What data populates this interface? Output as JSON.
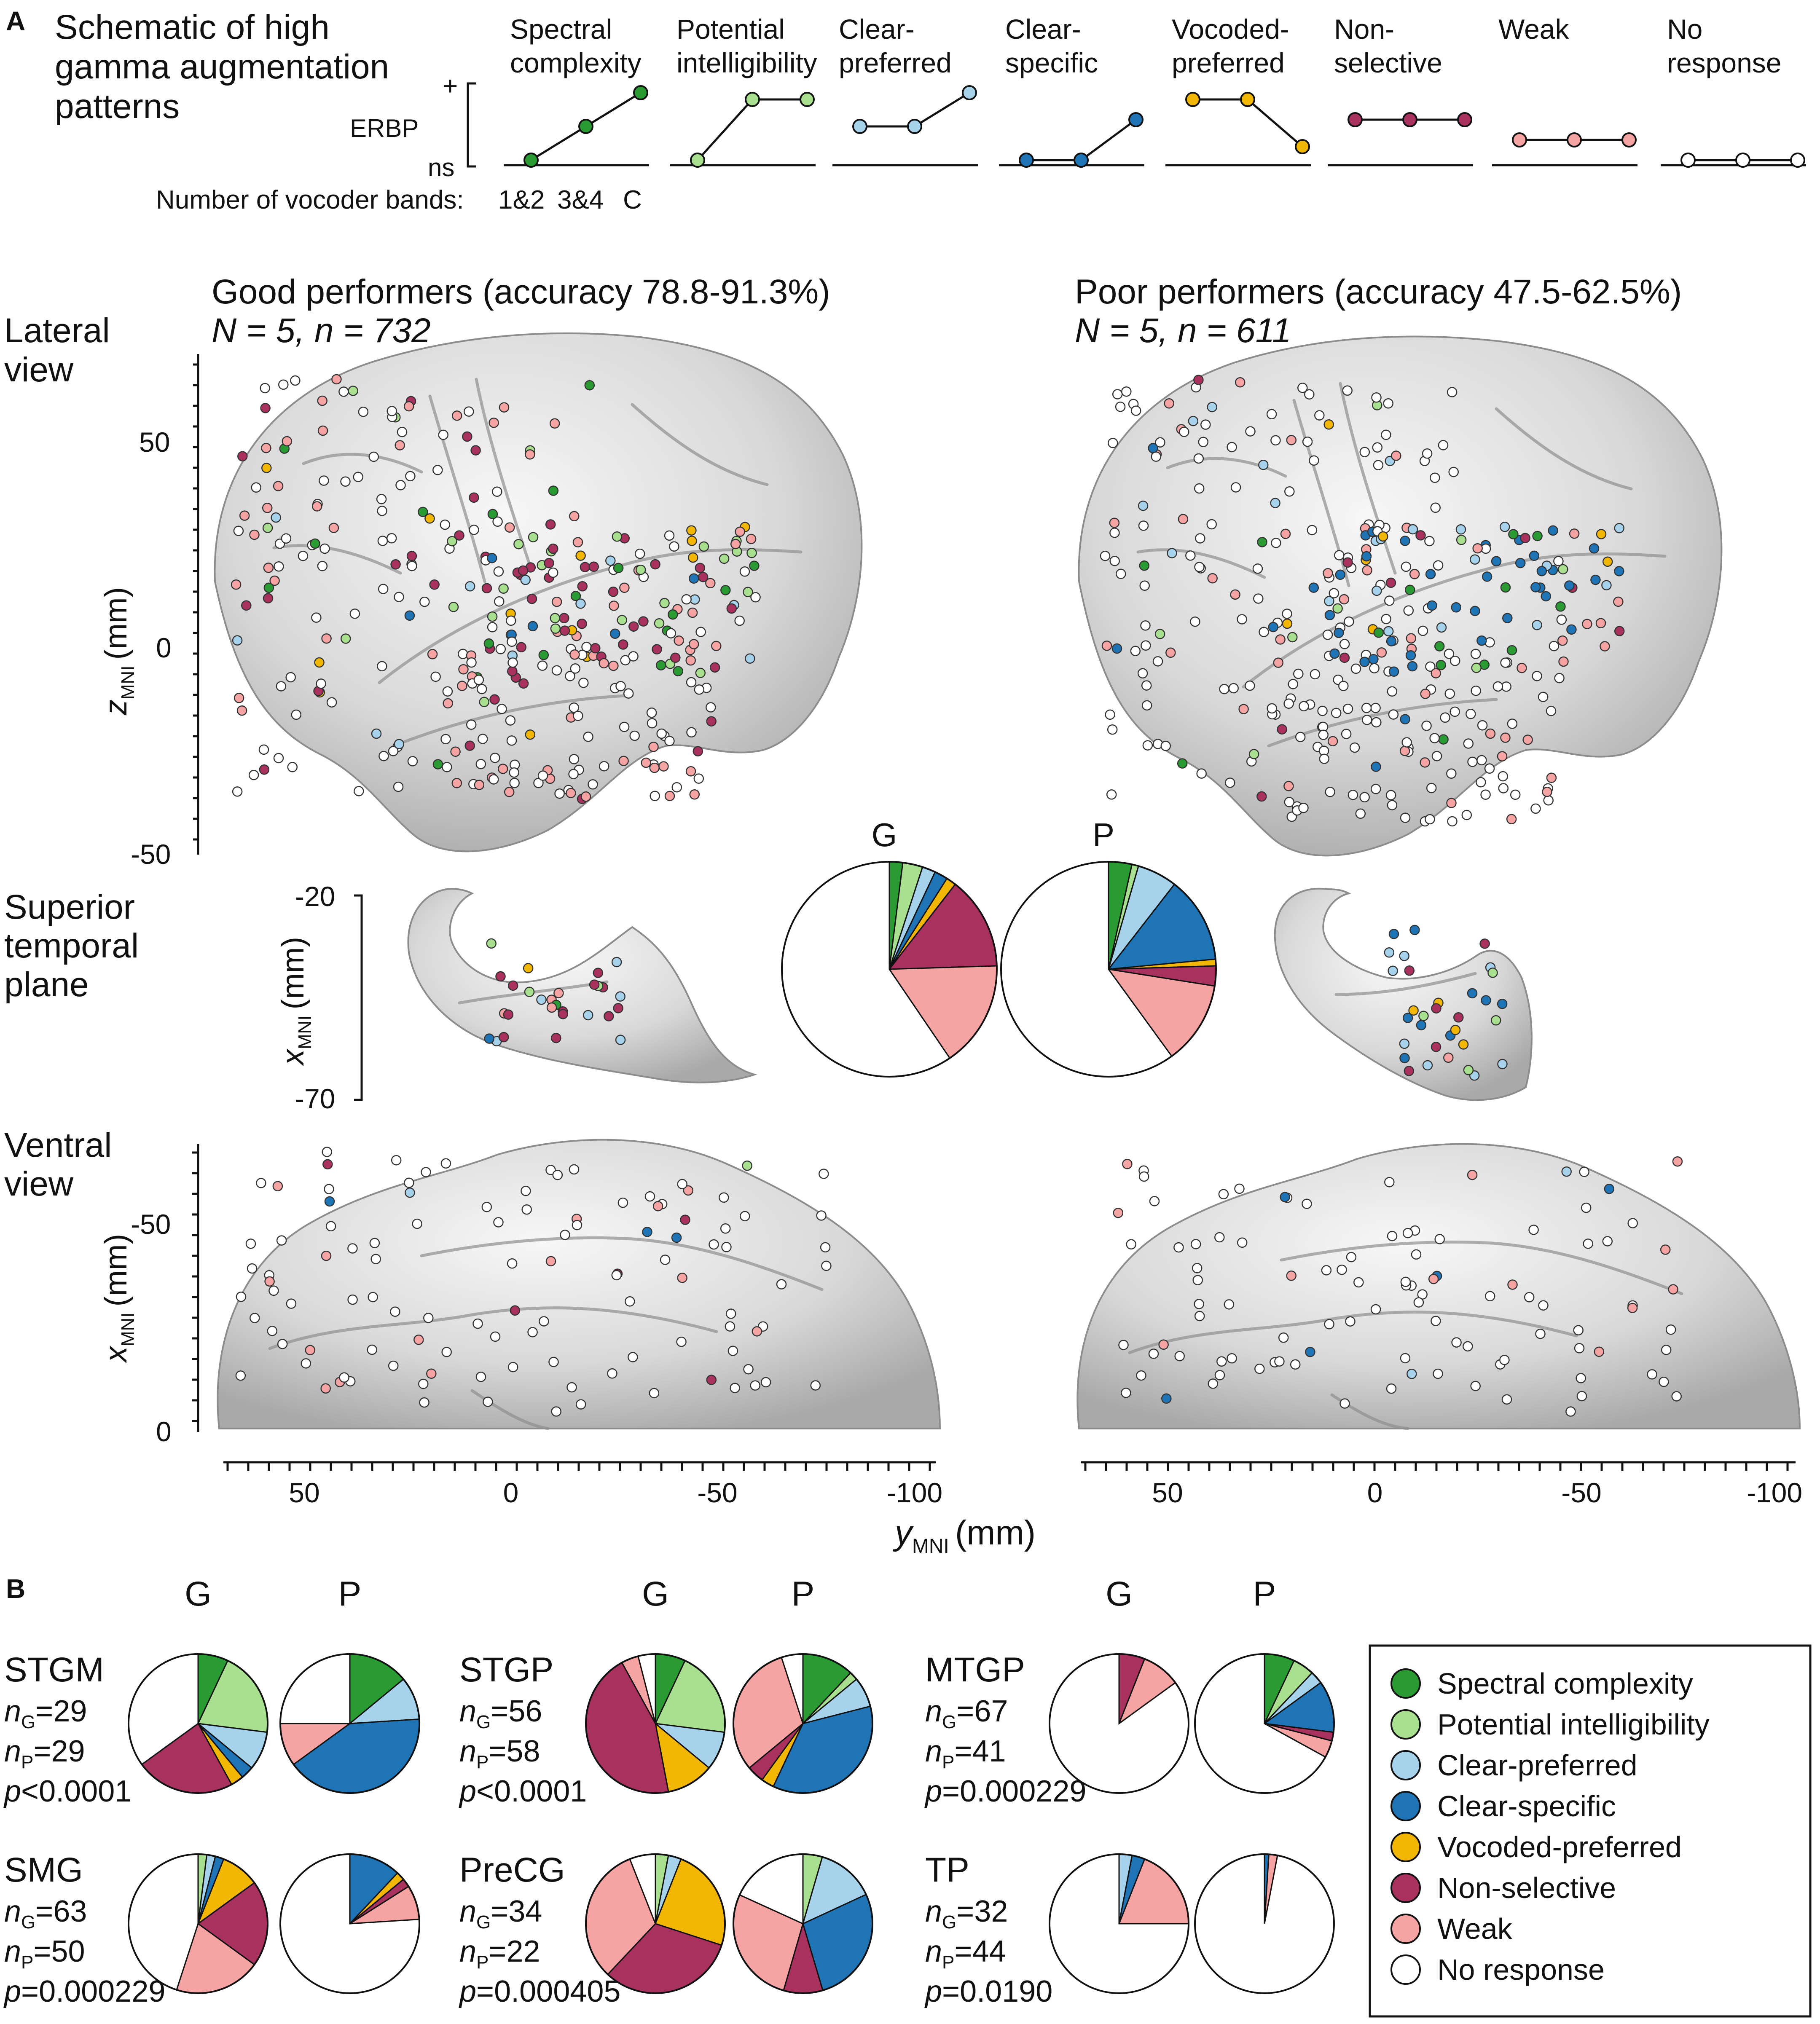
{
  "panel_a": {
    "label": "A",
    "title_lines": [
      "Schematic of high",
      "gamma augmentation",
      "patterns"
    ],
    "axis_plus": "+",
    "axis_ylabel": "ERBP",
    "axis_ns": "ns",
    "bands_label": "Number of vocoder bands:",
    "band_ticks": [
      "1&2",
      "3&4",
      "C"
    ],
    "patterns": [
      {
        "lines": [
          "Spectral",
          "complexity"
        ],
        "color": "#2a9b33",
        "levels": [
          0,
          0.5,
          1
        ]
      },
      {
        "lines": [
          "Potential",
          "intelligibility"
        ],
        "color": "#a9e08f",
        "levels": [
          0,
          0.9,
          0.9
        ]
      },
      {
        "lines": [
          "Clear-",
          "preferred"
        ],
        "color": "#a7d2ec",
        "levels": [
          0.5,
          0.5,
          1
        ]
      },
      {
        "lines": [
          "Clear-",
          "specific"
        ],
        "color": "#1f74b6",
        "levels": [
          0,
          0,
          0.6
        ]
      },
      {
        "lines": [
          "Vocoded-",
          "preferred"
        ],
        "color": "#f2b705",
        "levels": [
          0.9,
          0.9,
          0.2
        ]
      },
      {
        "lines": [
          "Non-",
          "selective"
        ],
        "color": "#a8315e",
        "levels": [
          0.6,
          0.6,
          0.6
        ]
      },
      {
        "lines": [
          "Weak"
        ],
        "color": "#f5a3a3",
        "levels": [
          0.3,
          0.3,
          0.3
        ]
      },
      {
        "lines": [
          "No",
          "response"
        ],
        "color": "#ffffff",
        "levels": [
          0,
          0,
          0
        ]
      }
    ],
    "good_title": "Good performers (accuracy 78.8-91.3%)",
    "good_n": "N = 5, n = 732",
    "poor_title": "Poor performers (accuracy 47.5-62.5%)",
    "poor_n": "N = 5, n = 611",
    "row_labels": {
      "lateral": [
        "Lateral",
        "view"
      ],
      "stp": [
        "Superior",
        "temporal",
        "plane"
      ],
      "ventral": [
        "Ventral",
        "view"
      ]
    },
    "z_axis_label": "z",
    "z_axis_sub": "MNI",
    "z_axis_unit": "(mm)",
    "z_ticks": [
      "50",
      "0",
      "-50"
    ],
    "x_axis_label": "x",
    "x_axis_sub": "MNI",
    "x_axis_unit": "(mm)",
    "stp_ticks": [
      "-20",
      "-70"
    ],
    "ventral_ticks": [
      "-50",
      "0"
    ],
    "y_axis_label": "y",
    "y_axis_sub": "MNI",
    "y_axis_unit": "(mm)",
    "y_ticks": [
      "50",
      "0",
      "-50",
      "-100"
    ],
    "pie_labels": [
      "G",
      "P"
    ]
  },
  "panel_b": {
    "label": "B",
    "col_labels": [
      "G",
      "P"
    ],
    "regions": [
      {
        "name": "STGM",
        "nG": "29",
        "nP": "29",
        "p_text": "<0.0001"
      },
      {
        "name": "STGP",
        "nG": "56",
        "nP": "58",
        "p_text": "<0.0001"
      },
      {
        "name": "MTGP",
        "nG": "67",
        "nP": "41",
        "p_text": "=0.000229"
      },
      {
        "name": "SMG",
        "nG": "63",
        "nP": "50",
        "p_text": "=0.000229"
      },
      {
        "name": "PreCG",
        "nG": "34",
        "nP": "22",
        "p_text": "=0.000405"
      },
      {
        "name": "TP",
        "nG": "32",
        "nP": "44",
        "p_text": "=0.0190"
      }
    ],
    "legend": [
      {
        "label": "Spectral complexity",
        "color": "#2a9b33"
      },
      {
        "label": "Potential intelligibility",
        "color": "#a9e08f"
      },
      {
        "label": "Clear-preferred",
        "color": "#a7d2ec"
      },
      {
        "label": "Clear-specific",
        "color": "#1f74b6"
      },
      {
        "label": "Vocoded-preferred",
        "color": "#f2b705"
      },
      {
        "label": "Non-selective",
        "color": "#a8315e"
      },
      {
        "label": "Weak",
        "color": "#f5a3a3"
      },
      {
        "label": "No response",
        "color": "#ffffff"
      }
    ]
  },
  "chart_data": [
    {
      "type": "pie",
      "id": "overall-G",
      "labels": [
        "Spectral complexity",
        "Potential intelligibility",
        "Clear-preferred",
        "Clear-specific",
        "Vocoded-preferred",
        "Non-selective",
        "Weak",
        "No response"
      ],
      "values": [
        2,
        3,
        2,
        2,
        1.5,
        14,
        16,
        59.5
      ]
    },
    {
      "type": "pie",
      "id": "overall-P",
      "labels": [
        "Spectral complexity",
        "Potential intelligibility",
        "Clear-preferred",
        "Clear-specific",
        "Vocoded-preferred",
        "Non-selective",
        "Weak",
        "No response"
      ],
      "values": [
        3.5,
        1,
        6,
        13,
        1,
        3,
        12.5,
        60
      ]
    },
    {
      "type": "pie",
      "id": "STGM-G",
      "values": [
        7,
        20,
        9,
        3,
        3,
        23,
        0,
        35
      ]
    },
    {
      "type": "pie",
      "id": "STGM-P",
      "values": [
        14,
        0,
        10,
        41,
        0,
        0,
        10,
        25
      ]
    },
    {
      "type": "pie",
      "id": "STGP-G",
      "values": [
        7,
        20,
        9,
        0,
        11,
        45,
        4,
        4
      ]
    },
    {
      "type": "pie",
      "id": "STGP-P",
      "values": [
        12,
        2,
        7,
        36,
        3,
        4,
        31,
        5
      ]
    },
    {
      "type": "pie",
      "id": "MTGP-G",
      "values": [
        0,
        0,
        0,
        0,
        0,
        6,
        9,
        85
      ]
    },
    {
      "type": "pie",
      "id": "MTGP-P",
      "values": [
        7,
        5,
        3,
        12,
        0,
        2,
        4,
        67
      ]
    },
    {
      "type": "pie",
      "id": "SMG-G",
      "values": [
        0,
        2,
        2,
        2,
        9,
        20,
        20,
        45
      ]
    },
    {
      "type": "pie",
      "id": "SMG-P",
      "values": [
        0,
        0,
        0,
        12,
        2,
        2,
        8,
        76
      ]
    },
    {
      "type": "pie",
      "id": "PreCG-G",
      "values": [
        0,
        3,
        3,
        0,
        24,
        32,
        32,
        6
      ]
    },
    {
      "type": "pie",
      "id": "PreCG-P",
      "values": [
        0,
        4.5,
        13.6,
        27.3,
        0,
        9.1,
        27.3,
        18.2
      ]
    },
    {
      "type": "pie",
      "id": "TP-G",
      "values": [
        0,
        0,
        3,
        3,
        0,
        0,
        19,
        75
      ]
    },
    {
      "type": "pie",
      "id": "TP-P",
      "values": [
        0,
        0,
        0,
        1,
        0,
        0,
        2,
        97
      ]
    }
  ]
}
